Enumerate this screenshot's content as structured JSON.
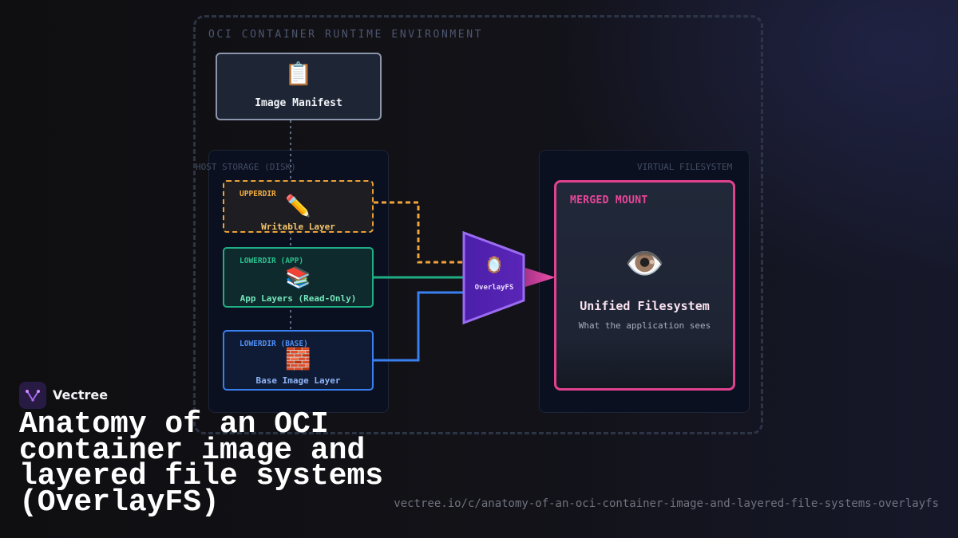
{
  "environment": {
    "label": "OCI CONTAINER RUNTIME ENVIRONMENT"
  },
  "manifest": {
    "icon": "clipboard-icon",
    "emoji": "📋",
    "label": "Image Manifest"
  },
  "host_storage": {
    "label": "HOST STORAGE (DISK)",
    "layers": [
      {
        "tag": "UPPERDIR",
        "icon": "pencil-icon",
        "emoji": "✏️",
        "name": "Writable Layer",
        "color": "#e9a13a"
      },
      {
        "tag": "LOWERDIR (APP)",
        "icon": "books-icon",
        "emoji": "📚",
        "name": "App Layers (Read-Only)",
        "color": "#1fae84"
      },
      {
        "tag": "LOWERDIR (BASE)",
        "icon": "bricks-icon",
        "emoji": "🧱",
        "name": "Base Image Layer",
        "color": "#3a7ff0"
      }
    ]
  },
  "overlay": {
    "icon": "mirror-icon",
    "emoji": "🪞",
    "label": "OverlayFS",
    "color": "#6a2fc4"
  },
  "virtual_fs": {
    "label": "VIRTUAL FILESYSTEM",
    "merged": {
      "tag": "MERGED MOUNT",
      "icon": "eye-icon",
      "emoji": "👁️",
      "title": "Unified Filesystem",
      "subtitle": "What the application sees",
      "color": "#e0428f"
    }
  },
  "brand": {
    "name": "Vectree",
    "icon": "vectree-logo-icon"
  },
  "headline": "Anatomy of an OCI container image and layered file systems (OverlayFS)",
  "url": "vectree.io/c/anatomy-of-an-oci-container-image-and-layered-file-systems-overlayfs"
}
